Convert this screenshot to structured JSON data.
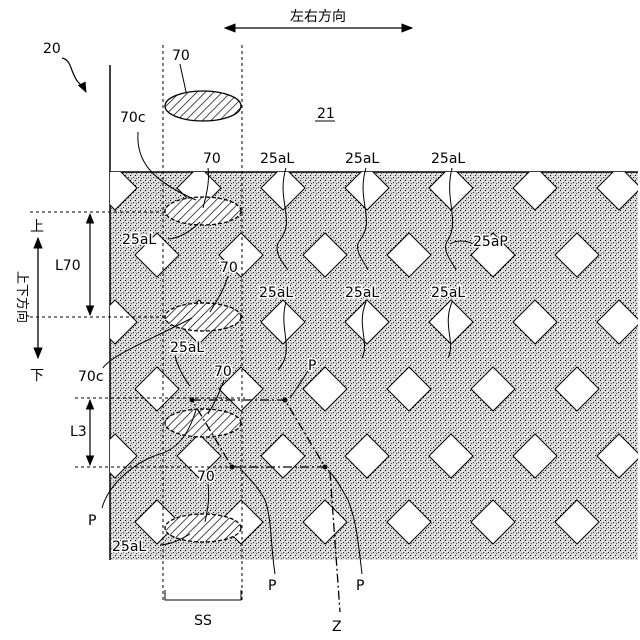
{
  "figure": {
    "ref_device": "20",
    "ref_region": "21",
    "direction_horizontal": "左右方向",
    "direction_vertical": "上下方向",
    "word_up": "上",
    "word_down": "下",
    "ref_ellipse": "70",
    "ref_ellipse_c": "70c",
    "ref_diamond": "25aL",
    "ref_surface": "25aP",
    "dim_pitch": "L70",
    "dim_gap": "L3",
    "dim_band": "SS",
    "ref_point": "P",
    "ref_path": "Z"
  },
  "colors": {
    "ink": "#000000",
    "paper": "#ffffff",
    "stipple_base": "#d6d6d6"
  }
}
